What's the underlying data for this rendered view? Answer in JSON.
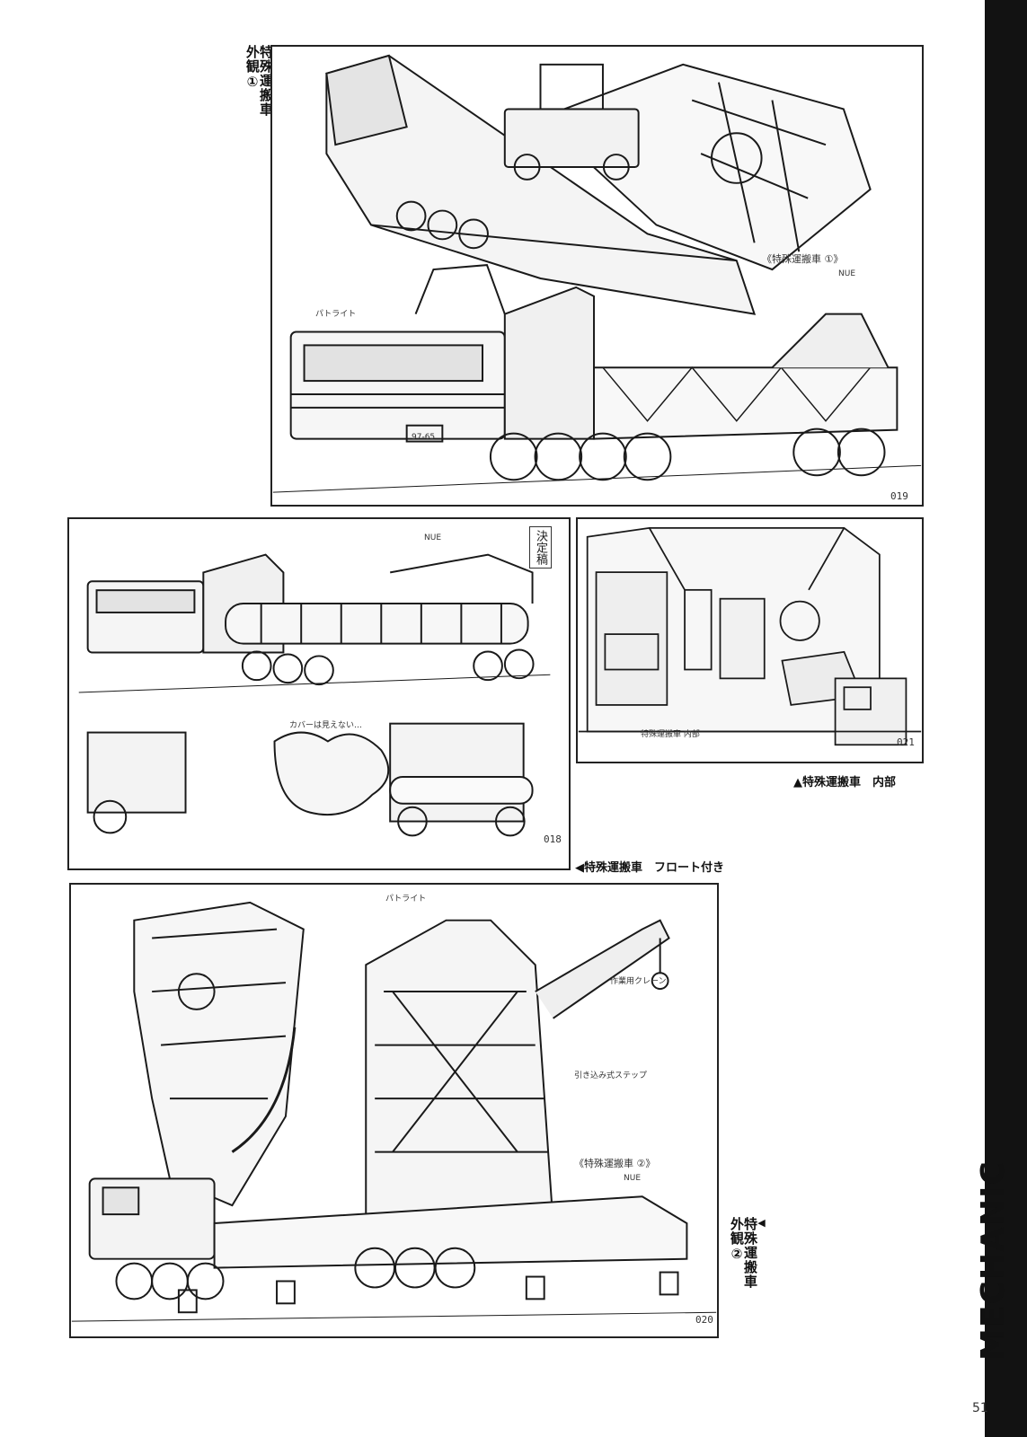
{
  "captions": {
    "top": {
      "arrow": "▶",
      "title": "特殊運搬車",
      "sub": "外観①"
    },
    "interior": "▲特殊運搬車　内部",
    "float": "◀特殊運搬車　フロート付き",
    "bottom": {
      "arrow": "◀",
      "title": "特殊運搬車",
      "sub": "外観②"
    }
  },
  "figures": {
    "fig_019": "019",
    "fig_018": "018",
    "fig_021": "021",
    "fig_020": "020"
  },
  "sketch_notes": {
    "top_label": "《特殊運搬車 ①》",
    "top_signature": "NUE",
    "top_patlight": "パトライト",
    "top_plate": "97-65",
    "float_stamp": "決定稿",
    "float_signature": "NUE",
    "float_note": "カバーは見えない…",
    "interior_label": "特殊運搬車 内部",
    "bottom_label": "《特殊運搬車 ②》",
    "bottom_signature": "NUE",
    "bottom_patlight": "パトライト",
    "bottom_crane": "作業用クレーン",
    "bottom_step": "引き込み式ステップ"
  },
  "section_title": "MECHANIC",
  "page_number": "51"
}
